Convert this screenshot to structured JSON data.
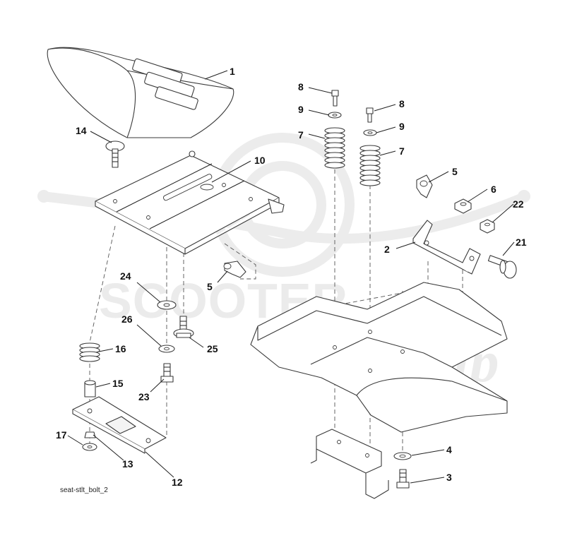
{
  "diagram": {
    "caption": "seat-stlt_bolt_2",
    "watermark": {
      "brand": "SCOOTER",
      "script": "Zip"
    },
    "callouts": {
      "c1": "1",
      "c14": "14",
      "c10": "10",
      "c8a": "8",
      "c9a": "9",
      "c7a": "7",
      "c8b": "8",
      "c9b": "9",
      "c7b": "7",
      "c5a": "5",
      "c6": "6",
      "c22": "22",
      "c2": "2",
      "c21": "21",
      "c24": "24",
      "c5b": "5",
      "c26": "26",
      "c25": "25",
      "c16": "16",
      "c15": "15",
      "c23": "23",
      "c17": "17",
      "c13": "13",
      "c12": "12",
      "c4": "4",
      "c3": "3"
    }
  }
}
